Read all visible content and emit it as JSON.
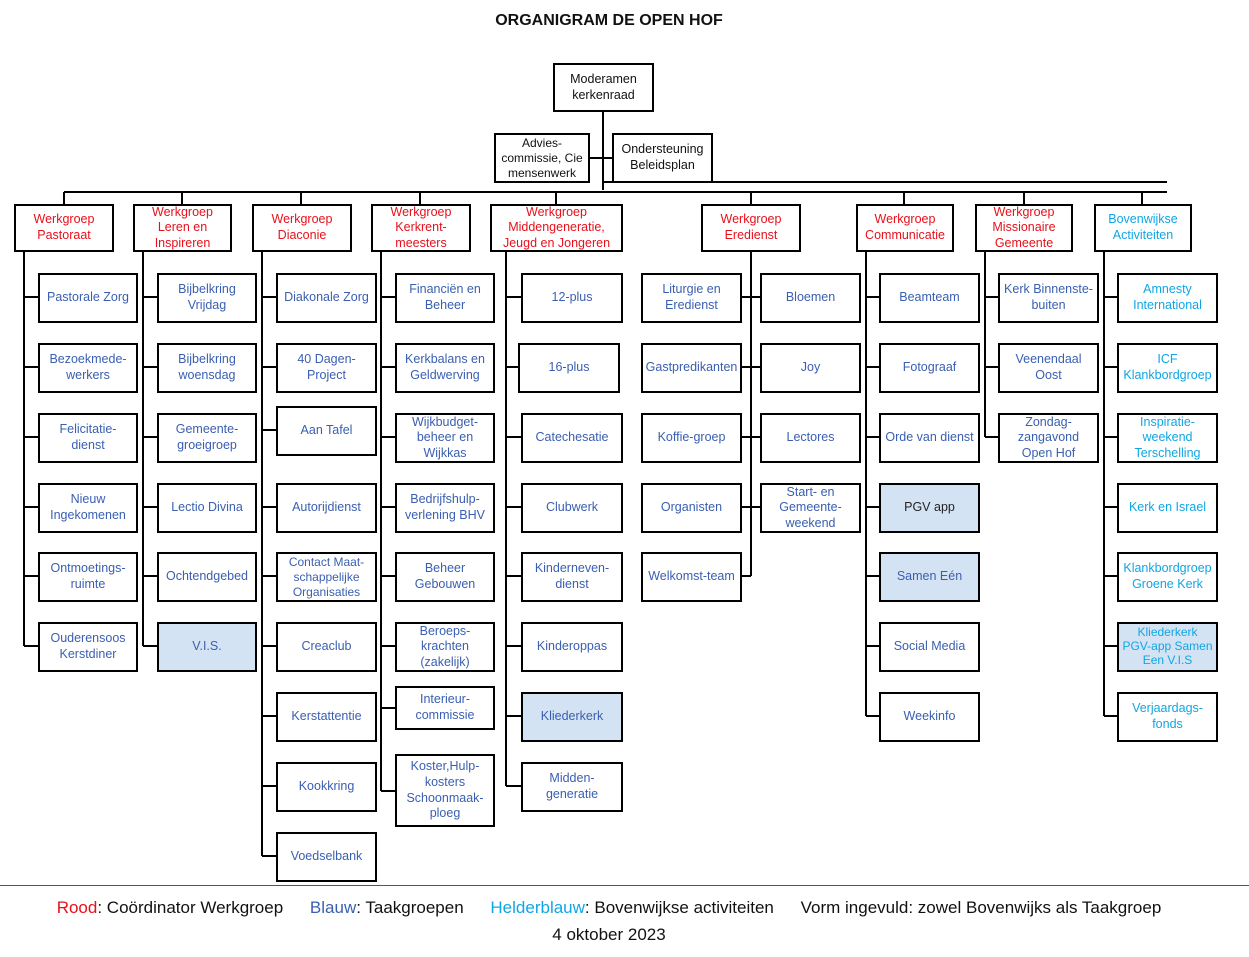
{
  "title": "ORGANIGRAM DE OPEN HOF",
  "top": {
    "moderamen": "Moderamen kerkenraad",
    "advies": "Advies-commissie, Cie mensenwerk",
    "ondersteuning": "Ondersteuning Beleidsplan"
  },
  "columns": [
    {
      "head": "Werkgroep Pastoraat",
      "items": [
        "Pastorale Zorg",
        "Bezoekmede-werkers",
        "Felicitatie-dienst",
        "Nieuw Ingekomenen",
        "Ontmoetings-ruimte",
        "Ouderensoos Kerstdiner"
      ]
    },
    {
      "head": "Werkgroep Leren en Inspireren",
      "items": [
        "Bijbelkring Vrijdag",
        "Bijbelkring woensdag",
        "Gemeente-groeigroep",
        "Lectio Divina",
        "Ochtendgebed",
        "V.I.S."
      ]
    },
    {
      "head": "Werkgroep Diaconie",
      "items": [
        "Diakonale Zorg",
        "40 Dagen-Project",
        "Aan Tafel",
        "Autorijdienst",
        "Contact Maat-schappelijke Organisaties",
        "Creaclub",
        "Kerstattentie",
        "Kookkring",
        "Voedselbank"
      ]
    },
    {
      "head": "Werkgroep Kerkrent-meesters",
      "items": [
        "Financiën en Beheer",
        "Kerkbalans en Geldwerving",
        "Wijkbudget-beheer en Wijkkas",
        "Bedrijfshulp-verlening BHV",
        "Beheer Gebouwen",
        "Beroeps-krachten (zakelijk)",
        "Interieur-commissie",
        "Koster,Hulp-kosters Schoonmaak-ploeg"
      ]
    },
    {
      "head": "Werkgroep Middengeneratie, Jeugd en Jongeren",
      "items": [
        "12-plus",
        "16-plus",
        "Catechesatie",
        "Clubwerk",
        "Kinderneven-dienst",
        "Kinderoppas",
        "Kliederkerk",
        "Midden-generatie"
      ]
    },
    {
      "head": "Werkgroep Eredienst",
      "items_left": [
        "Liturgie en Erediensт",
        "Gastpredikanten",
        "Koffie-groep",
        "Organisten",
        "Welkomst-team"
      ],
      "items_right": [
        "Bloemen",
        "Joy",
        "Lectores",
        "Start- en Gemeente-weekend"
      ]
    },
    {
      "head": "Werkgroep Communicatie",
      "items": [
        "Beamteam",
        "Fotograaf",
        "Orde van dienst",
        "PGV app",
        "Samen Eén",
        "Social Media",
        "Weekinfo"
      ]
    },
    {
      "head": "Werkgroep Missionaire Gemeente",
      "items": [
        "Kerk Binnenste-buiten",
        "Veenendaal Oost",
        "Zondag-zangavond Open Hof"
      ]
    },
    {
      "head": "Bovenwijkse Activiteiten",
      "items": [
        "Amnesty International",
        "ICF Klankbordgroep",
        "Inspiratie-weekend Terschelling",
        "Kerk en Israel",
        "Klankbordgroep Groene Kerk",
        "Kliederkerk PGV-app Samen Een    V.I.S",
        "Verjaardags-fonds"
      ]
    }
  ],
  "legend": {
    "red_word": "Rood",
    "red_text": ": Coördinator Werkgroep",
    "blue_word": "Blauw",
    "blue_text": ": Taakgroepen",
    "light_word": "Helderblauw",
    "light_text": ": Bovenwijkse activiteiten",
    "filled_text": "Vorm ingevuld: zowel Bovenwijks als Taakgroep"
  },
  "date": "4 oktober 2023",
  "colors": {
    "red": "#e8101b",
    "blue": "#3a5fb0",
    "lightblue": "#10a6e3",
    "fill": "#d4e3f3"
  }
}
